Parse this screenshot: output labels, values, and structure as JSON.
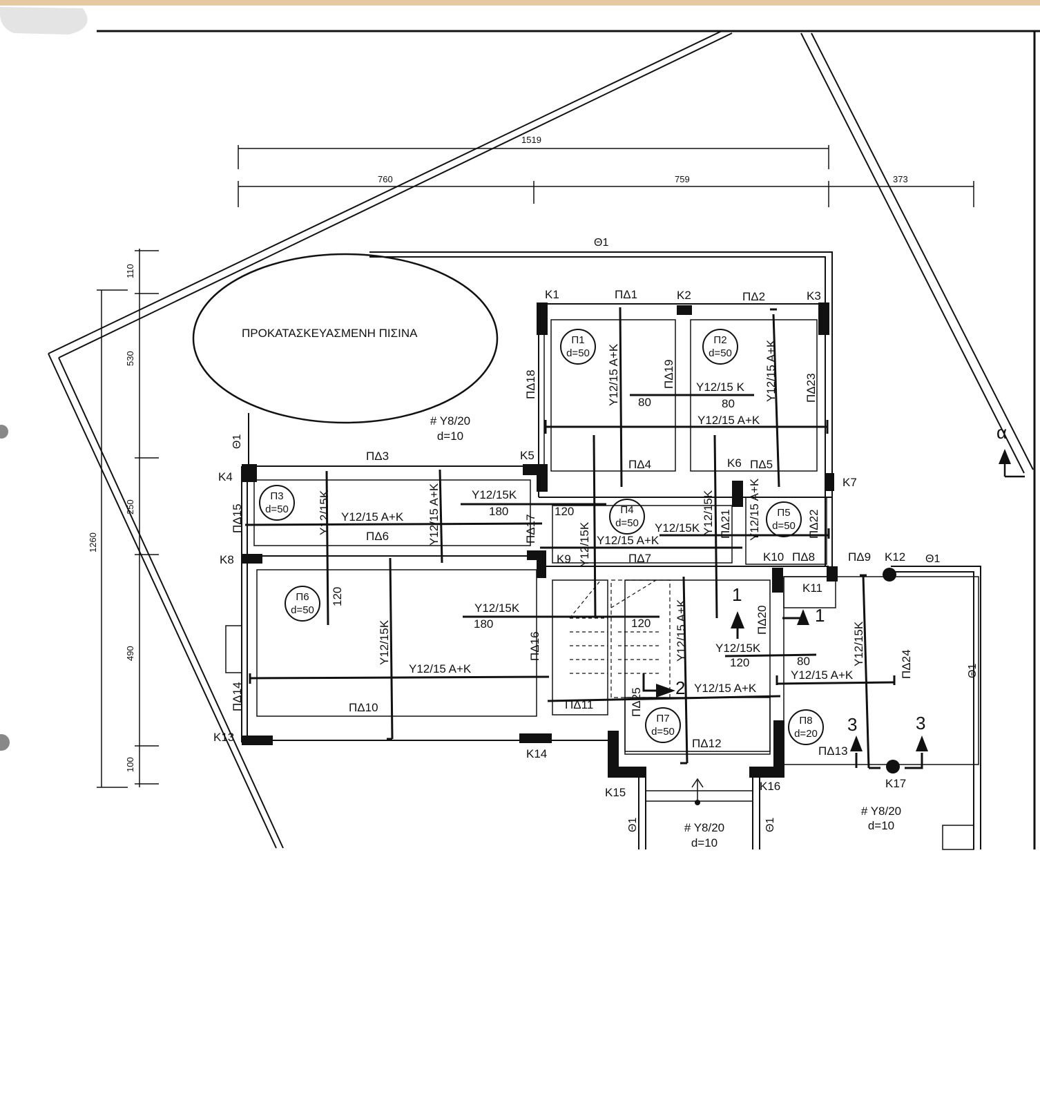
{
  "title": "ΠΡΟΚΑΤΑΣΚΕΥΑΣΜΕΝΗ ΠΙΣΙΝΑ",
  "dimensions": {
    "overall_top": "1519",
    "top_left": "760",
    "top_mid": "759",
    "top_right": "373",
    "overall_left": "1260",
    "left_110": "110",
    "left_530": "530",
    "left_250": "250",
    "left_490": "490",
    "left_100": "100"
  },
  "columns": [
    "Κ1",
    "Κ2",
    "Κ3",
    "Κ4",
    "Κ5",
    "Κ6",
    "Κ7",
    "Κ8",
    "Κ9",
    "Κ10",
    "Κ11",
    "Κ12",
    "Κ13",
    "Κ14",
    "Κ15",
    "Κ16",
    "Κ17"
  ],
  "beams": [
    "ΠΔ1",
    "ΠΔ2",
    "ΠΔ3",
    "ΠΔ4",
    "ΠΔ5",
    "ΠΔ6",
    "ΠΔ7",
    "ΠΔ8",
    "ΠΔ9",
    "ΠΔ10",
    "ΠΔ11",
    "ΠΔ12",
    "ΠΔ13",
    "ΠΔ14",
    "ΠΔ15",
    "ΠΔ16",
    "ΠΔ17",
    "ΠΔ18",
    "ΠΔ19",
    "ΠΔ20",
    "ΠΔ21",
    "ΠΔ22",
    "ΠΔ23",
    "ΠΔ24",
    "ΠΔ25"
  ],
  "slabs": [
    {
      "name": "Π1",
      "d": "d=50"
    },
    {
      "name": "Π2",
      "d": "d=50"
    },
    {
      "name": "Π3",
      "d": "d=50"
    },
    {
      "name": "Π4",
      "d": "d=50"
    },
    {
      "name": "Π5",
      "d": "d=50"
    },
    {
      "name": "Π6",
      "d": "d=50"
    },
    {
      "name": "Π7",
      "d": "d=50"
    },
    {
      "name": "Π8",
      "d": "d=20"
    }
  ],
  "theta": "Θ1",
  "mesh": {
    "label": "# Υ8/20",
    "d": "d=10"
  },
  "rebar": {
    "ak": "Υ12/15 Α+Κ",
    "k": "Υ12/15Κ",
    "k_spaced": "Υ12/15 Κ"
  },
  "lengths": {
    "l80": "80",
    "l120": "120",
    "l180": "180"
  },
  "sections": {
    "s1": "1",
    "s2": "2",
    "s3": "3",
    "alpha": "α"
  }
}
